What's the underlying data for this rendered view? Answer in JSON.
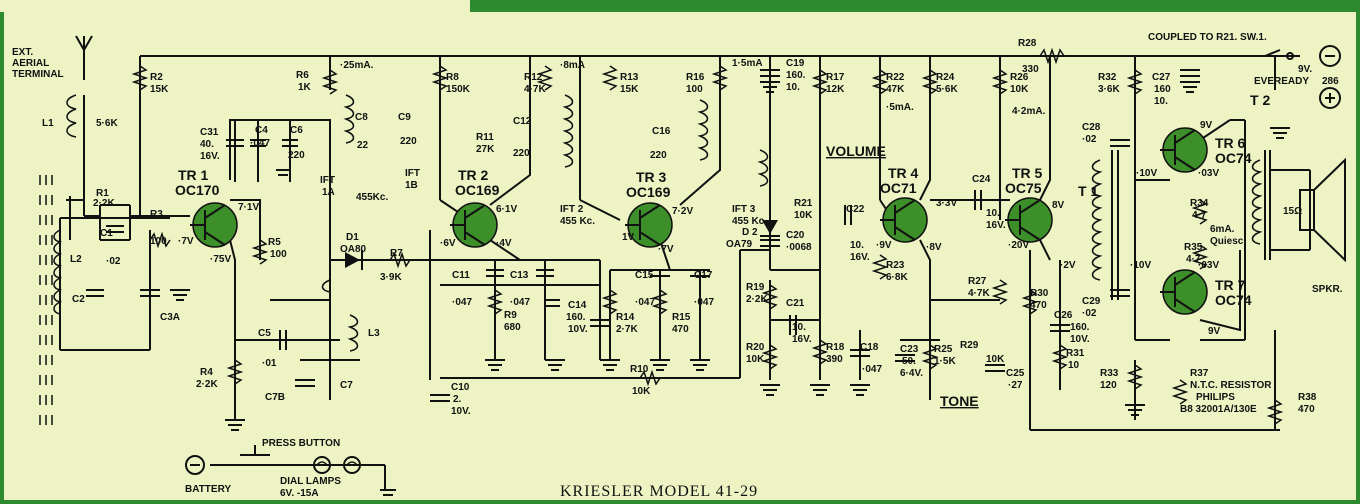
{
  "title": "KRIESLER MODEL 41-29",
  "aerial": [
    "EXT.",
    "AERIAL",
    "TERMINAL"
  ],
  "coupled": "COUPLED TO R21. SW.1.",
  "battery_top": {
    "voltage": "9V.",
    "brand": "EVEREADY",
    "type": "286"
  },
  "bottom": {
    "battery": "BATTERY",
    "press": "PRESS BUTTON",
    "lamps": [
      "DIAL LAMPS",
      "6V. -15A"
    ]
  },
  "controls": {
    "volume": "VOLUME",
    "tone": "TONE"
  },
  "speaker": "SPKR.",
  "ntc": [
    "N.T.C. RESISTOR",
    "PHILIPS",
    "B8 32001A/130E"
  ],
  "transistors": [
    {
      "id": "TR 1",
      "type": "OC170"
    },
    {
      "id": "TR 2",
      "type": "OC169"
    },
    {
      "id": "TR 3",
      "type": "OC169"
    },
    {
      "id": "TR 4",
      "type": "OC71"
    },
    {
      "id": "TR 5",
      "type": "OC75"
    },
    {
      "id": "TR 6",
      "type": "OC74"
    },
    {
      "id": "TR 7",
      "type": "OC74"
    }
  ],
  "components": {
    "L1": "L1",
    "L1v": "5·6K",
    "R1": "R1",
    "R1v": "2·2K",
    "C1": "C1",
    "C1v": "·02",
    "R3": "R3",
    "R3v": "100",
    "L2": "L2",
    "C2": "C2",
    "C3A": "C3A",
    "R2": "R2",
    "R2v": "15K",
    "R6": "R6",
    "R6v": "1K",
    "R6i": "·25mA.",
    "C31": "C31",
    "C31v": [
      "40.",
      "16V."
    ],
    "C4": "C4",
    "C4v": "·047",
    "C6": "C6",
    "C6v": "220",
    "C8": "C8",
    "C8v": "22",
    "C9": "C9",
    "C9v": "220",
    "IFT1": [
      "IFT",
      "1A"
    ],
    "IFT1B": [
      "IFT",
      "1B"
    ],
    "ift455a": "455Kc.",
    "R5": "R5",
    "R5v": "100",
    "D1": [
      "D1",
      "OA80"
    ],
    "R7": "R7",
    "R7v": "3·9K",
    "R4": "R4",
    "R4v": "2·2K",
    "C5": "C5",
    "C5v": "·01",
    "C7B": "C7B",
    "C7": "C7",
    "L3": "L3",
    "R8": "R8",
    "R8v": "150K",
    "C11": "C11",
    "C11v": "·047",
    "R9": "R9",
    "R9v": "680",
    "C13": "C13",
    "C13v": "·047",
    "C10": "C10",
    "C10v": [
      "2.",
      "10V."
    ],
    "R12": "R12",
    "R12v": "4·7K",
    "R12i": "·8mA",
    "R11": "R11",
    "R11v": "27K",
    "C12": "C12",
    "C12v": "220",
    "IFT2": [
      "IFT 2",
      "455 Kc."
    ],
    "C14": "C14",
    "C14v": [
      "160.",
      "10V."
    ],
    "R10": "R10",
    "R10v": "10K",
    "R13": "R13",
    "R13v": "15K",
    "R14": "R14",
    "R14v": "2·7K",
    "C15": "C15",
    "C15v": "·047",
    "R16": "R16",
    "R16v": "100",
    "R16i": "1·5mA",
    "C16": "C16",
    "C16v": "220",
    "C17": "C17",
    "C17v": "·047",
    "R15": "R15",
    "R15v": "470",
    "C19": "C19",
    "C19v": [
      "160.",
      "10."
    ],
    "IFT3": [
      "IFT 3",
      "455 Kc."
    ],
    "D2": [
      "D 2",
      "OA79"
    ],
    "R17": "R17",
    "R17v": "12K",
    "R21": "R21",
    "R21v": "10K",
    "C22": "C22",
    "C22v": [
      "10.",
      "16V."
    ],
    "C20": "C20",
    "C20v": "·0068",
    "R19": "R19",
    "R19v": "2·2K",
    "C21": "C21",
    "C21v": [
      "10.",
      "16V."
    ],
    "R20": "R20",
    "R20v": "10K",
    "R18": "R18",
    "R18v": "390",
    "C18": "C18",
    "C18v": "·047",
    "R22": "R22",
    "R22v": "47K",
    "R22i": "·5mA.",
    "R23": "R23",
    "R23v": "6·8K",
    "C23": "C23",
    "C23v": [
      "50.",
      "6·4V."
    ],
    "R25": "R25",
    "R25v": "1·5K",
    "R24": "R24",
    "R24v": "5·6K",
    "C24": "C24",
    "C24v": [
      "10.",
      "16V."
    ],
    "R28": "R28",
    "R28v": "330",
    "R26": "R26",
    "R26v": "10K",
    "R26i": "4·2mA.",
    "R27": "R27",
    "R27v": "4·7K",
    "R29": "R29",
    "R29v": "10K",
    "C25": "C25",
    "C25v": "·27",
    "R30": "R30",
    "R30v": "470",
    "C26": "C26",
    "C26v": [
      "160.",
      "10V."
    ],
    "R31": "R31",
    "R31v": "10",
    "R32": "R32",
    "R32v": "3·6K",
    "C27": "C27",
    "C27v": [
      "160",
      "10."
    ],
    "C28": "C28",
    "C28v": "·02",
    "C29": "C29",
    "C29v": "·02",
    "T1": "T 1",
    "T2": "T 2",
    "R34": "R34",
    "R34v": "4·7",
    "R35": "R35",
    "R35v": "4·7",
    "R35i": [
      "6mA.",
      "Quiesc."
    ],
    "R33": "R33",
    "R33v": "120",
    "R37": "R37",
    "R38": "R38",
    "R38v": "470",
    "ohm15": "15Ω"
  },
  "voltages": {
    "tr1b": "·7V",
    "tr1c": "7·1V",
    "tr1e": "·75V",
    "tr2c": "6·1V",
    "tr2b": "·6V",
    "tr2e": "·4V",
    "tr3c": "7·2V",
    "tr3b": "1V",
    "tr3e": "·7V",
    "tr4b": "·9V",
    "tr4c": "3·3V",
    "tr4e": "·8V",
    "tr5c": "8V",
    "tr5b": "·20V",
    "tr5e": "·2V",
    "tr6c": "9V",
    "tr6b": "·10V",
    "tr6e": "·03V",
    "tr7b": "·10V",
    "tr7e": "·03V",
    "tr7c": "9V"
  }
}
